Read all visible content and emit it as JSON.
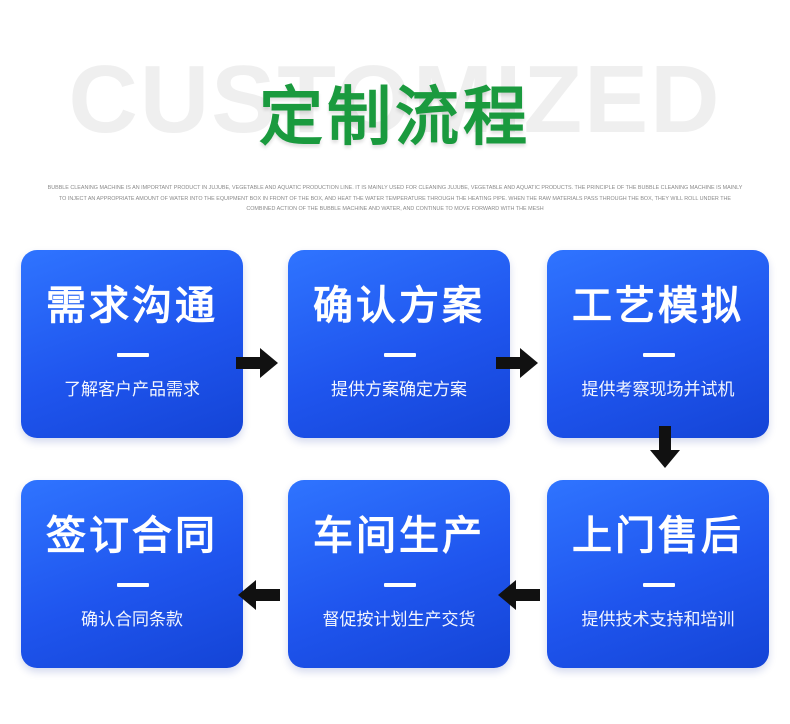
{
  "header": {
    "watermark": "CUSTOMIZED",
    "title": "定制流程",
    "description": "BUBBLE CLEANING MACHINE IS AN IMPORTANT PRODUCT IN JUJUBE, VEGETABLE AND AQUATIC PRODUCTION LINE. IT IS MAINLY USED FOR CLEANING JUJUBE, VEGETABLE AND AQUATIC PRODUCTS. THE PRINCIPLE OF THE BUBBLE CLEANING MACHINE IS MAINLY TO INJECT AN APPROPRIATE AMOUNT OF WATER INTO THE EQUIPMENT BOX IN FRONT OF THE BOX, AND HEAT THE WATER TEMPERATURE THROUGH THE HEATING PIPE. WHEN THE RAW MATERIALS PASS THROUGH THE BOX, THEY WILL ROLL UNDER THE COMBINED ACTION OF THE BUBBLE MACHINE AND WATER, AND CONTINUE TO MOVE FORWARD WITH THE MESH"
  },
  "steps": [
    {
      "title": "需求沟通",
      "subtitle": "了解客户产品需求"
    },
    {
      "title": "确认方案",
      "subtitle": "提供方案确定方案"
    },
    {
      "title": "工艺模拟",
      "subtitle": "提供考察现场并试机"
    },
    {
      "title": "上门售后",
      "subtitle": "提供技术支持和培训"
    },
    {
      "title": "车间生产",
      "subtitle": "督促按计划生产交货"
    },
    {
      "title": "签订合同",
      "subtitle": "确认合同条款"
    }
  ],
  "colors": {
    "title_green": "#1a9a3e",
    "card_blue": "#2160f0",
    "arrow": "#111111"
  }
}
